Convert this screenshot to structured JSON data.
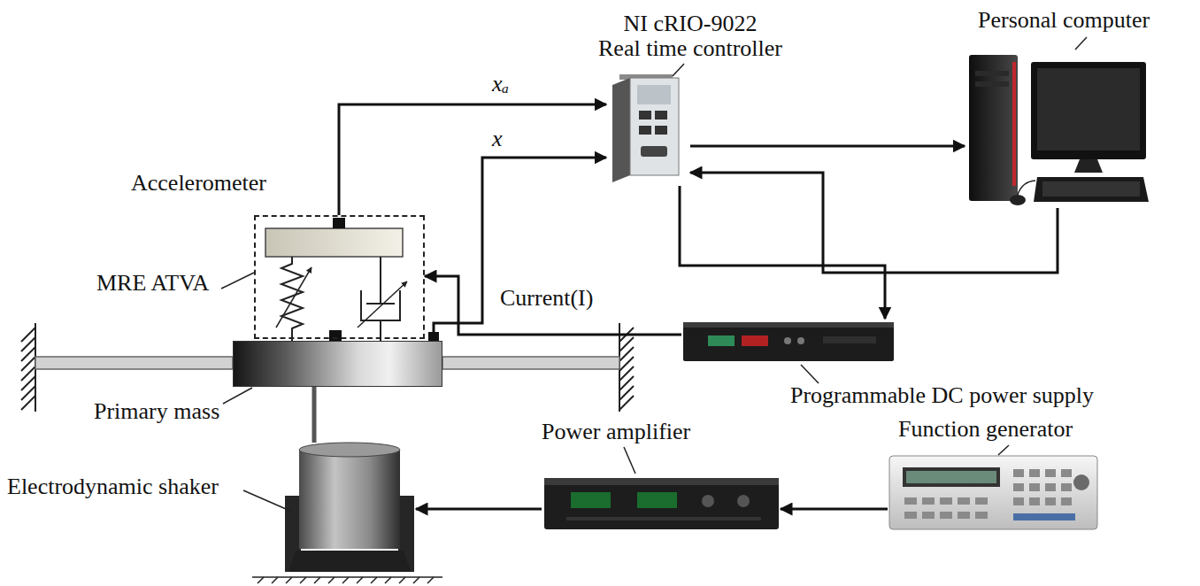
{
  "diagram": {
    "nodes": [
      {
        "text": [
          "NI cRIO-9022",
          "Real time controller"
        ]
      },
      {
        "text": [
          "Personal computer"
        ]
      },
      {
        "text": [
          "MRE ATVA"
        ]
      },
      {
        "text": [
          "Primary mass"
        ]
      },
      {
        "text": [
          "Programmable DC power supply"
        ]
      },
      {
        "text": [
          "Electrodynamic shaker"
        ]
      },
      {
        "text": [
          "Power amplifier"
        ]
      },
      {
        "text": [
          "Function generator"
        ]
      }
    ],
    "edges": [
      {
        "from": 2,
        "to": 0,
        "label": "xₐ",
        "arrow": "to"
      },
      {
        "from": 3,
        "to": 0,
        "label": "x",
        "arrow": "to"
      },
      {
        "from": 0,
        "to": 1,
        "arrow": "to"
      },
      {
        "from": 1,
        "to": 0,
        "arrow": "to"
      },
      {
        "from": 0,
        "to": 4,
        "arrow": "to"
      },
      {
        "from": 4,
        "to": 2,
        "label": "Current(I)",
        "arrow": "to"
      },
      {
        "from": 7,
        "to": 6,
        "arrow": "to"
      },
      {
        "from": 6,
        "to": 5,
        "arrow": "to"
      },
      {
        "from": 5,
        "to": 3,
        "arrow": "none"
      }
    ],
    "labels": [
      "Accelerometer"
    ]
  }
}
